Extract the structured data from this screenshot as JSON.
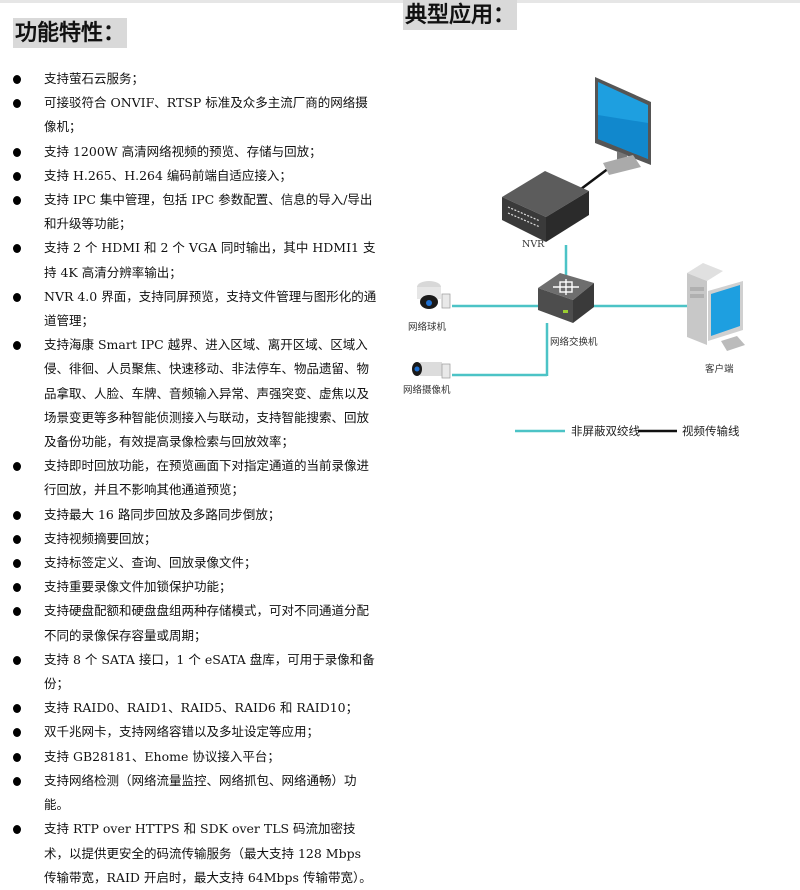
{
  "left_section": {
    "title": "功能特性：",
    "features": [
      "支持萤石云服务；",
      "可接驳符合 ONVIF、RTSP 标准及众多主流厂商的网络摄像机；",
      "支持 1200W 高清网络视频的预览、存储与回放；",
      "支持 H.265、H.264 编码前端自适应接入；",
      "支持 IPC 集中管理，包括 IPC 参数配置、信息的导入/导出和升级等功能；",
      "支持 2 个 HDMI 和 2 个 VGA 同时输出，其中 HDMI1 支持 4K 高清分辨率输出；",
      "NVR 4.0 界面，支持同屏预览，支持文件管理与图形化的通道管理；",
      "支持海康 Smart IPC 越界、进入区域、离开区域、区域入侵、徘徊、人员聚焦、快速移动、非法停车、物品遗留、物品拿取、人脸、车牌、音频输入异常、声强突变、虚焦以及场景变更等多种智能侦测接入与联动，支持智能搜索、回放及备份功能，有效提高录像检索与回放效率；",
      "支持即时回放功能，在预览画面下对指定通道的当前录像进行回放，并且不影响其他通道预览；",
      "支持最大 16 路同步回放及多路同步倒放；",
      "支持视频摘要回放；",
      "支持标签定义、查询、回放录像文件；",
      "支持重要录像文件加锁保护功能；",
      "支持硬盘配额和硬盘盘组两种存储模式，可对不同通道分配不同的录像保存容量或周期；",
      "支持 8 个 SATA 接口，1 个 eSATA 盘库，可用于录像和备份；",
      "支持 RAID0、RAID1、RAID5、RAID6 和 RAID10；",
      "双千兆网卡，支持网络容错以及多址设定等应用；",
      "支持 GB28181、Ehome 协议接入平台；",
      "支持网络检测（网络流量监控、网络抓包、网络通畅）功能。",
      "支持 RTP over HTTPS 和 SDK over TLS 码流加密技术，以提供更安全的码流传输服务（最大支持 128 Mbps 传输带宽，RAID 开启时，最大支持 64Mbps 传输带宽）。"
    ]
  },
  "right_section": {
    "title": "典型应用：",
    "diagram": {
      "nodes": {
        "nvr": "NVR",
        "dome_camera": "网络球机",
        "network_camera": "网络摄像机",
        "switch": "网络交换机",
        "client": "客户端"
      },
      "legend": [
        {
          "label": "非屏蔽双绞线",
          "color": "#4cc3c6"
        },
        {
          "label": "视频传输线",
          "color": "#111111"
        }
      ]
    }
  }
}
